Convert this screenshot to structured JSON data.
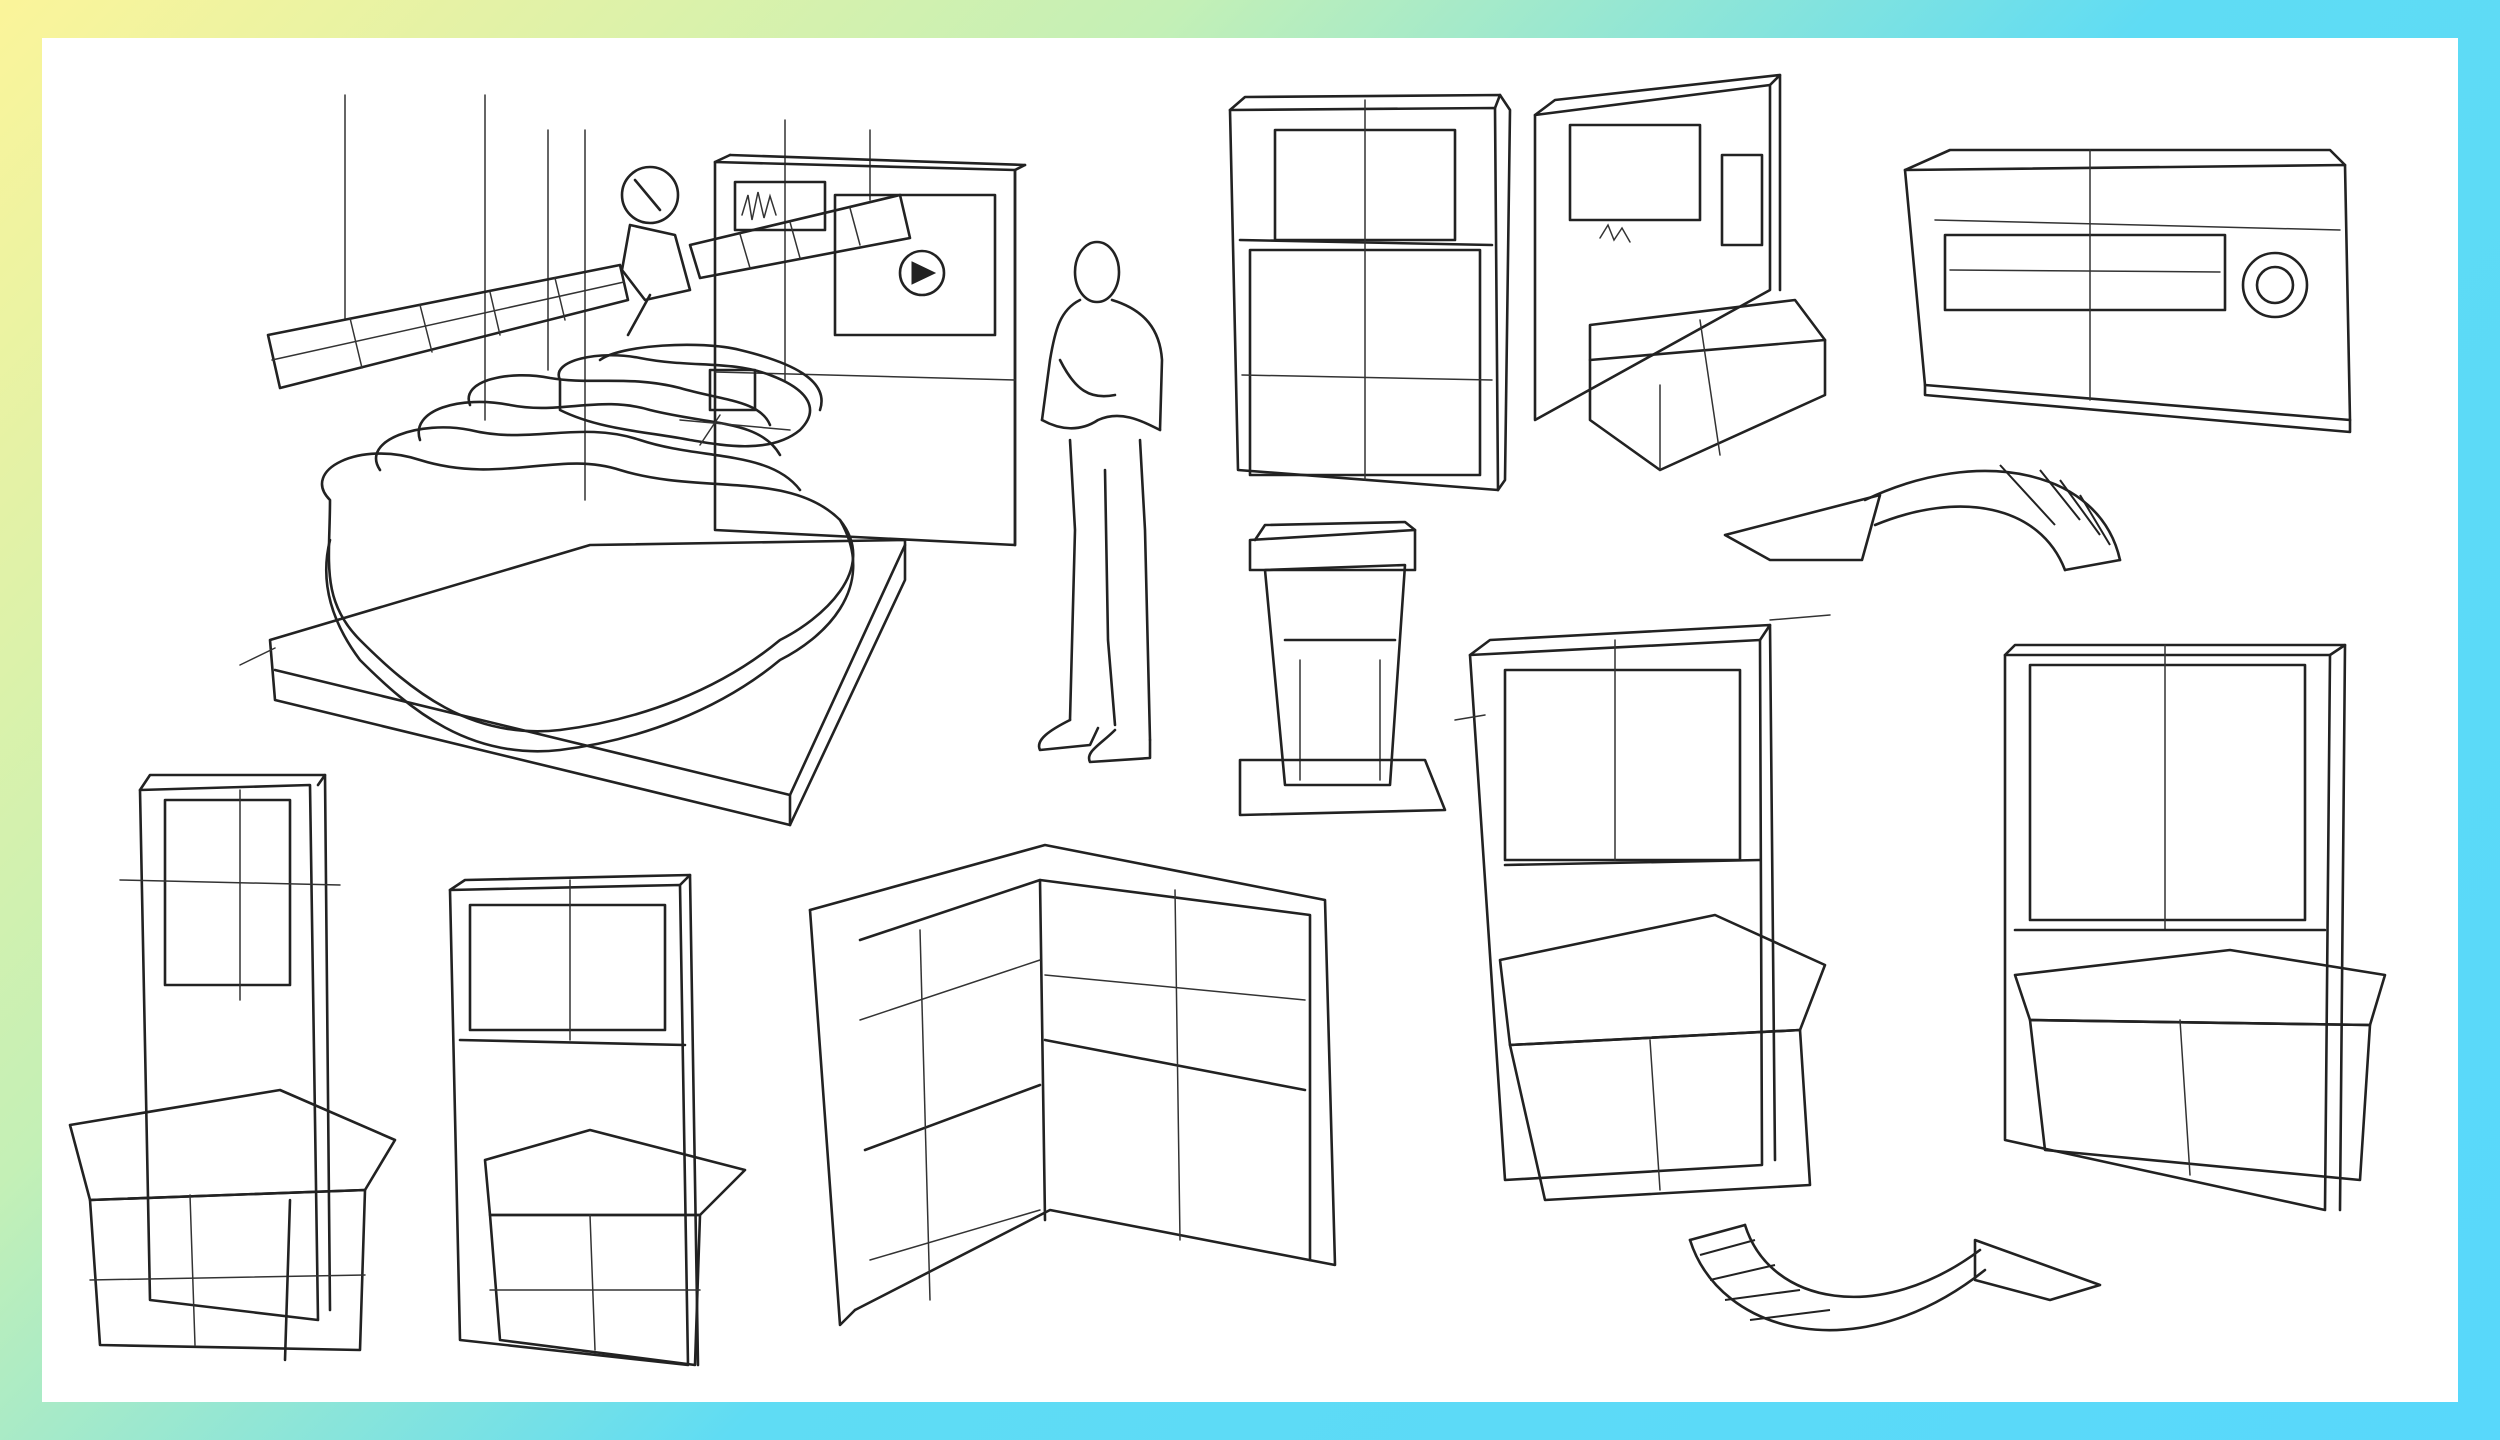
{
  "page": {
    "background_gradient": [
      "#fbf49a",
      "#c4f0b6",
      "#5fdcf4",
      "#58d8fb"
    ],
    "sheet_color": "#ffffff",
    "ink_color": "#222222"
  },
  "sketches": [
    {
      "name": "satellite-exhibit",
      "icon": "satellite-icon"
    },
    {
      "name": "standing-man",
      "icon": "person-icon"
    },
    {
      "name": "display-cabinet",
      "icon": "cabinet-icon"
    },
    {
      "name": "kiosk-with-screens",
      "icon": "kiosk-icon"
    },
    {
      "name": "wall-panel-with-dial",
      "icon": "panel-icon"
    },
    {
      "name": "lectern",
      "icon": "lectern-icon"
    },
    {
      "name": "tall-bench-unit-left",
      "icon": "bench-icon"
    },
    {
      "name": "tall-bench-unit-mid",
      "icon": "bench-icon"
    },
    {
      "name": "corner-shelf",
      "icon": "shelf-icon"
    },
    {
      "name": "bench-cabinet-left",
      "icon": "cabinet-icon"
    },
    {
      "name": "bench-cabinet-right",
      "icon": "cabinet-icon"
    },
    {
      "name": "rotate-arrow-top",
      "icon": "curved-arrow-icon"
    },
    {
      "name": "rotate-arrow-bottom",
      "icon": "curved-arrow-icon"
    }
  ]
}
